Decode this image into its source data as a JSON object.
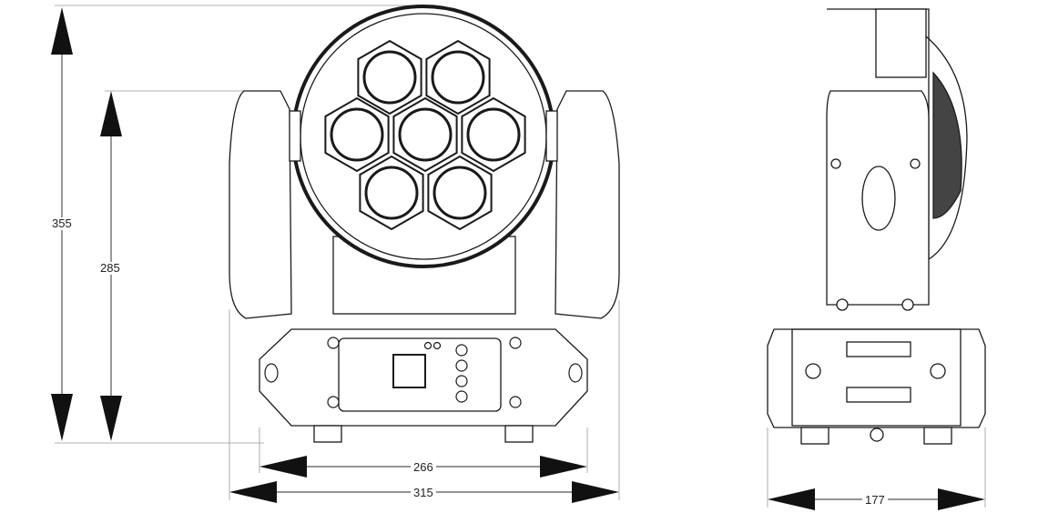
{
  "dimensions": {
    "total_height": "355",
    "yoke_height": "285",
    "base_width": "266",
    "total_width": "315",
    "side_depth": "177"
  },
  "colors": {
    "line": "#1a1a1a",
    "ext": "#999999"
  }
}
